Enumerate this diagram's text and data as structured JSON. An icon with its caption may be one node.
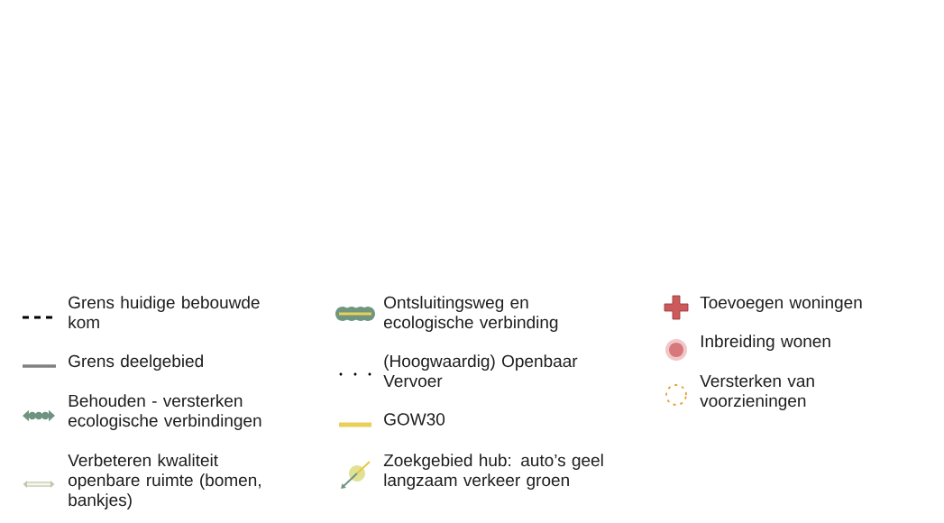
{
  "diagram": {
    "legend": [
      {
        "text": "Grens huidige bebouwde kom"
      },
      {
        "text": "Grens deelgebied"
      },
      {
        "text": "Behouden - versterken ecologische verbindingen"
      },
      {
        "text": "Verbeteren kwaliteit openbare ruimte (bomen, bankjes)"
      },
      {
        "text": "Ontsluitingsweg en ecologische verbinding"
      },
      {
        "text": "(Hoogwaardig) Openbaar Vervoer"
      },
      {
        "text": "GOW30"
      },
      {
        "text": "Zoekgebied hub: auto’s geel langzaam verkeer groen"
      },
      {
        "text": "Toevoegen woningen"
      },
      {
        "text": "Inbreiding wonen"
      },
      {
        "text": "Versterken van voorzieningen"
      }
    ]
  }
}
